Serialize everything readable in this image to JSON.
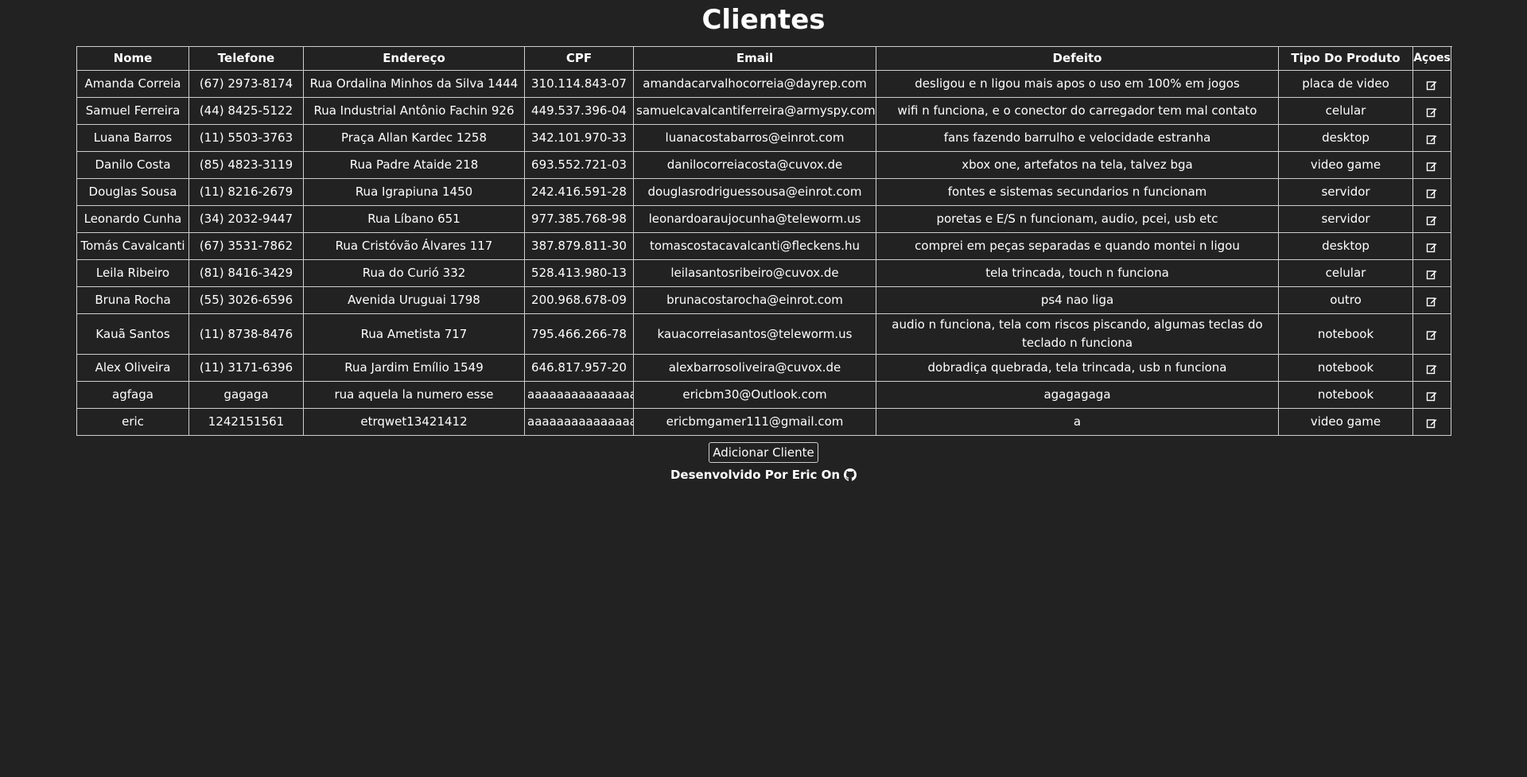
{
  "page": {
    "title": "Clientes"
  },
  "table": {
    "headers": [
      "Nome",
      "Telefone",
      "Endereço",
      "CPF",
      "Email",
      "Defeito",
      "Tipo Do Produto",
      "Açoes"
    ],
    "rows": [
      [
        "Amanda Correia",
        "(67) 2973-8174",
        "Rua Ordalina Minhos da Silva 1444",
        "310.114.843-07",
        "amandacarvalhocorreia@dayrep.com",
        "desligou e n ligou mais apos o uso em 100% em jogos",
        "placa de video"
      ],
      [
        "Samuel Ferreira",
        "(44) 8425-5122",
        "Rua Industrial Antônio Fachin 926",
        "449.537.396-04",
        "samuelcavalcantiferreira@armyspy.com",
        "wifi n funciona, e o conector do carregador tem mal contato",
        "celular"
      ],
      [
        "Luana Barros",
        "(11) 5503-3763",
        "Praça Allan Kardec 1258",
        "342.101.970-33",
        "luanacostabarros@einrot.com",
        "fans fazendo barrulho e velocidade estranha",
        "desktop"
      ],
      [
        "Danilo Costa",
        "(85) 4823-3119",
        "Rua Padre Ataide 218",
        "693.552.721-03",
        "danilocorreiacosta@cuvox.de",
        "xbox one, artefatos na tela, talvez bga",
        "video game"
      ],
      [
        "Douglas Sousa",
        "(11) 8216-2679",
        "Rua Igrapiuna 1450",
        "242.416.591-28",
        "douglasrodriguessousa@einrot.com",
        "fontes e sistemas secundarios n funcionam",
        "servidor"
      ],
      [
        "Leonardo Cunha",
        "(34) 2032-9447",
        "Rua Líbano 651",
        "977.385.768-98",
        "leonardoaraujocunha@teleworm.us",
        "poretas e E/S n funcionam, audio, pcei, usb etc",
        "servidor"
      ],
      [
        "Tomás Cavalcanti",
        "(67) 3531-7862",
        "Rua Cristóvão Álvares 117",
        "387.879.811-30",
        "tomascostacavalcanti@fleckens.hu",
        "comprei em peças separadas e quando montei n ligou",
        "desktop"
      ],
      [
        "Leila Ribeiro",
        "(81) 8416-3429",
        "Rua do Curió 332",
        "528.413.980-13",
        "leilasantosribeiro@cuvox.de",
        "tela trincada, touch n funciona",
        "celular"
      ],
      [
        "Bruna Rocha",
        "(55) 3026-6596",
        "Avenida Uruguai 1798",
        "200.968.678-09",
        "brunacostarocha@einrot.com",
        "ps4 nao liga",
        "outro"
      ],
      [
        "Kauã Santos",
        "(11) 8738-8476",
        "Rua Ametista 717",
        "795.466.266-78",
        "kauacorreiasantos@teleworm.us",
        "audio n funciona, tela com riscos piscando, algumas teclas do teclado n funciona",
        "notebook"
      ],
      [
        "Alex Oliveira",
        "(11) 3171-6396",
        "Rua Jardim Emílio 1549",
        "646.817.957-20",
        "alexbarrosoliveira@cuvox.de",
        "dobradiça quebrada, tela trincada, usb n funciona",
        "notebook"
      ],
      [
        "agfaga",
        "gagaga",
        "rua aquela la numero esse",
        "aaaaaaaaaaaaaaa",
        "ericbm30@Outlook.com",
        "agagagaga",
        "notebook"
      ],
      [
        "eric",
        "1242151561",
        "etrqwet13421412",
        "aaaaaaaaaaaaaaa",
        "ericbmgamer111@gmail.com",
        "a",
        "video game"
      ]
    ],
    "row_icons": [
      "edit-icon",
      "trash-icon"
    ]
  },
  "actions": {
    "add_label": "Adicionar Cliente"
  },
  "footer": {
    "credit": "Desenvolvido Por Eric On",
    "icon": "github-icon"
  }
}
